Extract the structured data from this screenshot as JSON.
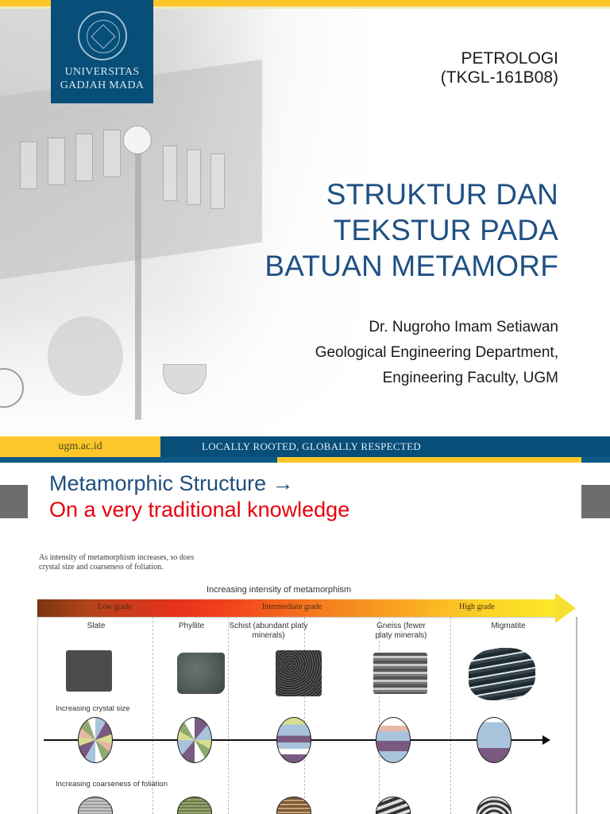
{
  "slide1": {
    "logo": {
      "line1": "UNIVERSITAS",
      "line2": "GADJAH MADA",
      "icon": "ugm-seal-icon"
    },
    "course": {
      "name": "PETROLOGI",
      "code": "(TKGL-161B08)"
    },
    "title": {
      "line1": "STRUKTUR DAN",
      "line2": "TEKSTUR PADA",
      "line3": "BATUAN METAMORF"
    },
    "author": {
      "name": "Dr. Nugroho Imam Setiawan",
      "department": "Geological Engineering Department,",
      "faculty": "Engineering Faculty, UGM"
    },
    "footer": {
      "url": "ugm.ac.id",
      "tagline": "LOCALLY ROOTED, GLOBALLY RESPECTED"
    },
    "colors": {
      "brand_blue": "#074e78",
      "brand_yellow": "#fcc72a",
      "title_blue": "#1f5083"
    }
  },
  "slide2": {
    "title_line1": "Metamorphic Structure →",
    "title_line2": "On a very traditional knowledge",
    "colors": {
      "title_blue": "#1f4f7d",
      "title_red": "#e8000d"
    },
    "figure": {
      "caption": "As intensity of metamorphism increases, so does crystal size and coarseness of foliation.",
      "axis_label": "Increasing intensity of metamorphism",
      "grades": [
        "Low grade",
        "Intermediate grade",
        "High grade"
      ],
      "rocks": [
        {
          "name": "Slate"
        },
        {
          "name": "Phyllite"
        },
        {
          "name": "Schist (abundant platy minerals)"
        },
        {
          "name": "Gneiss (fewer platy minerals)"
        },
        {
          "name": "Migmatite"
        }
      ],
      "row_labels": {
        "crystal": "Increasing crystal size",
        "foliation": "Increasing coarseness of foliation"
      }
    }
  }
}
